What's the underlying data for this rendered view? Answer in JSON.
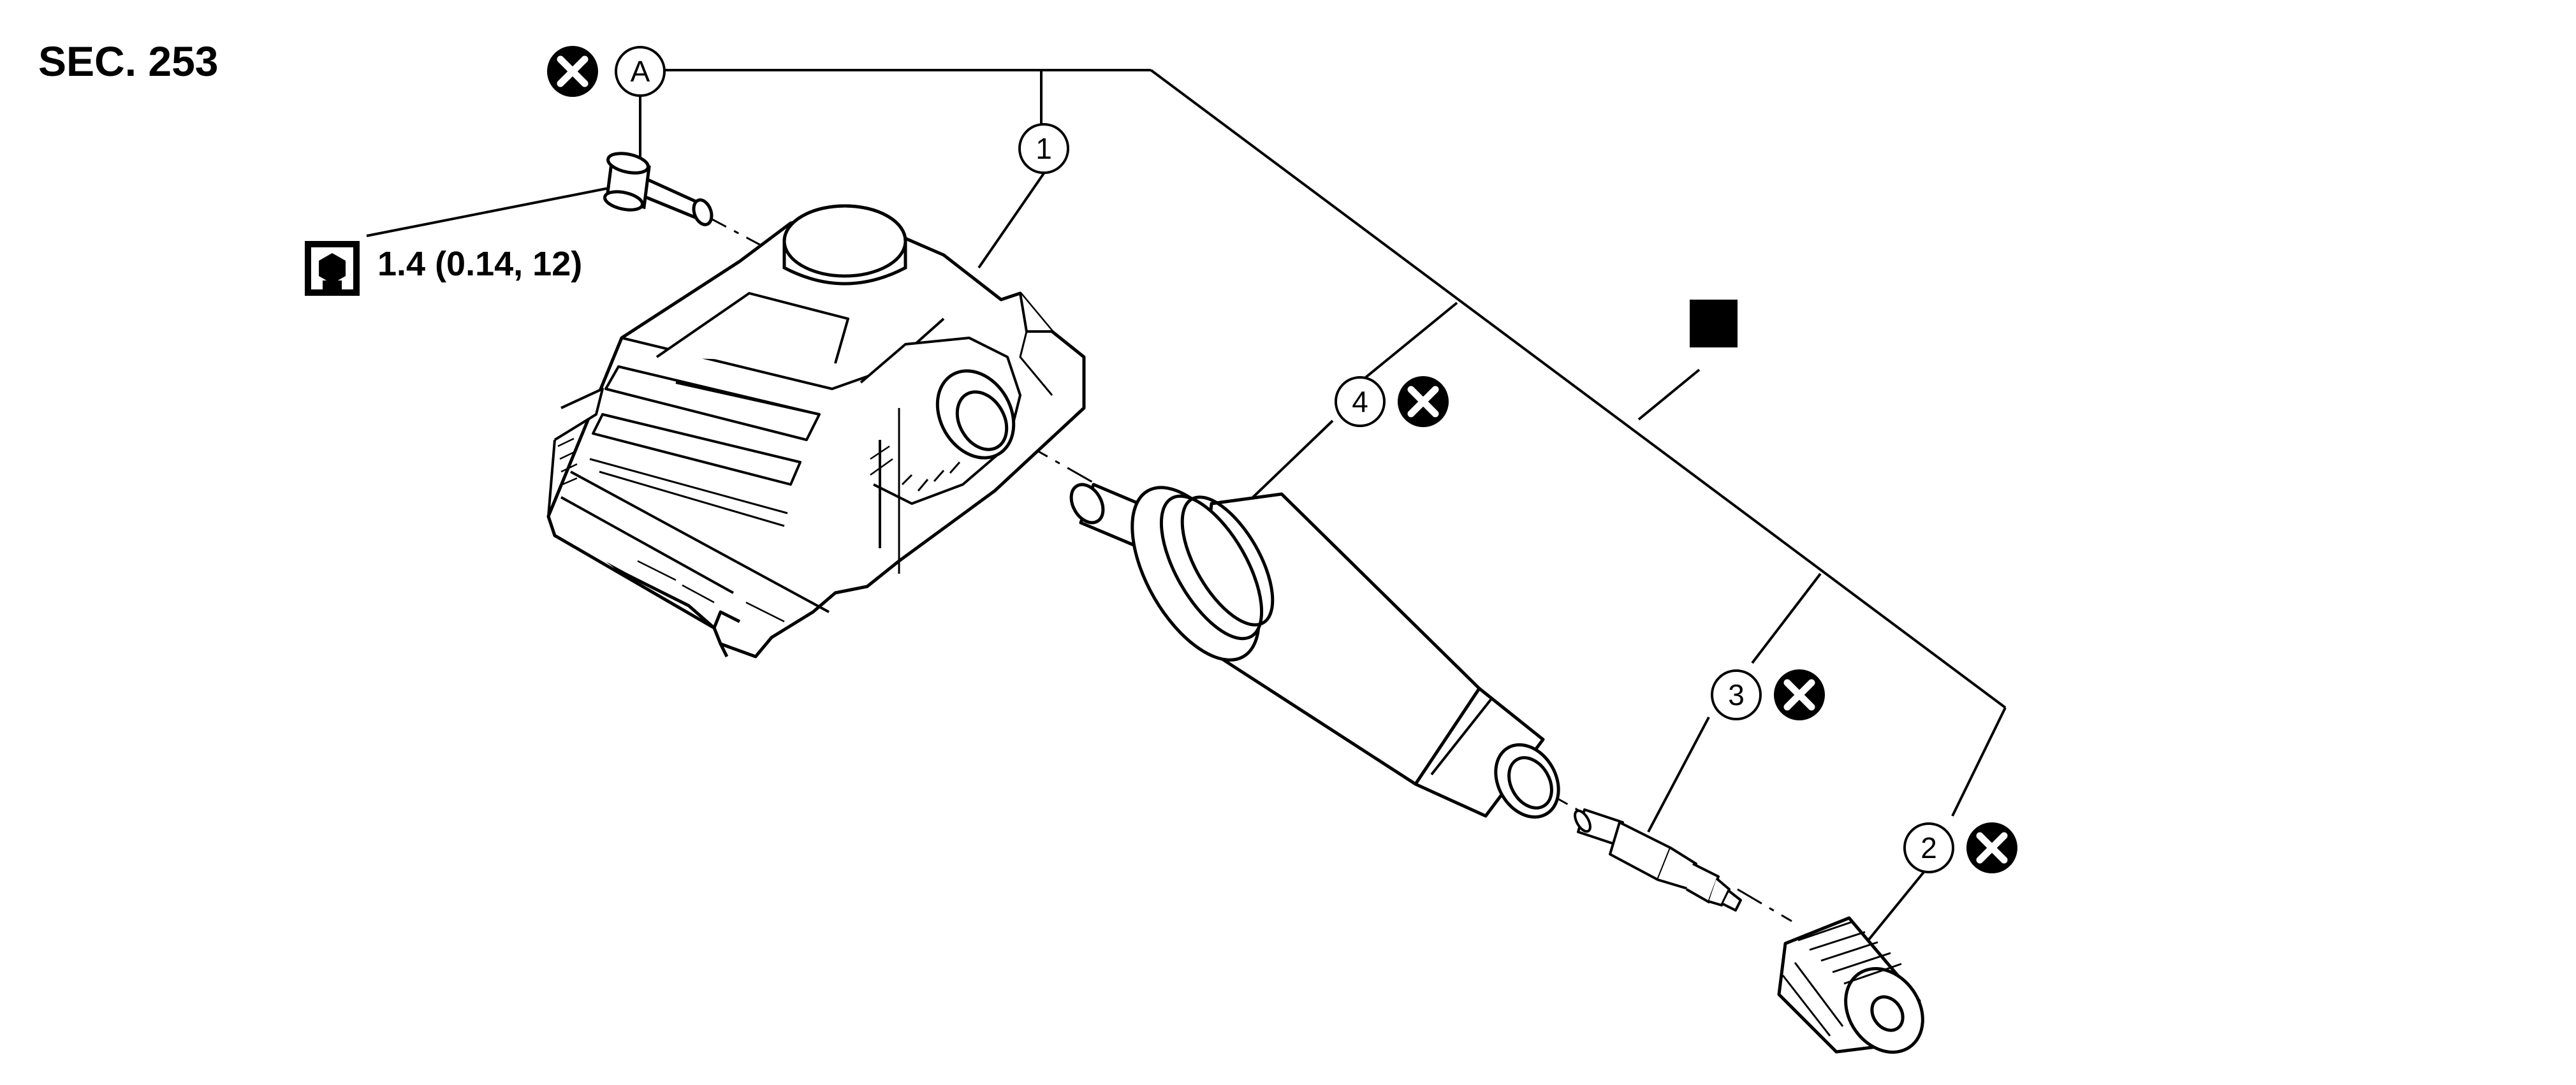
{
  "section_label": "SEC. 253",
  "torque_spec": "1.4 (0.14, 12)",
  "callouts": {
    "part_1": "1",
    "part_2": "2",
    "part_3": "3",
    "part_4": "4",
    "ref_a": "A"
  },
  "icons": {
    "do_not_reuse": "x-circle-icon",
    "torque": "torque-wrench-icon",
    "parts_kit": "filled-square-icon"
  },
  "colors": {
    "ink": "#000000",
    "paper": "#ffffff"
  }
}
